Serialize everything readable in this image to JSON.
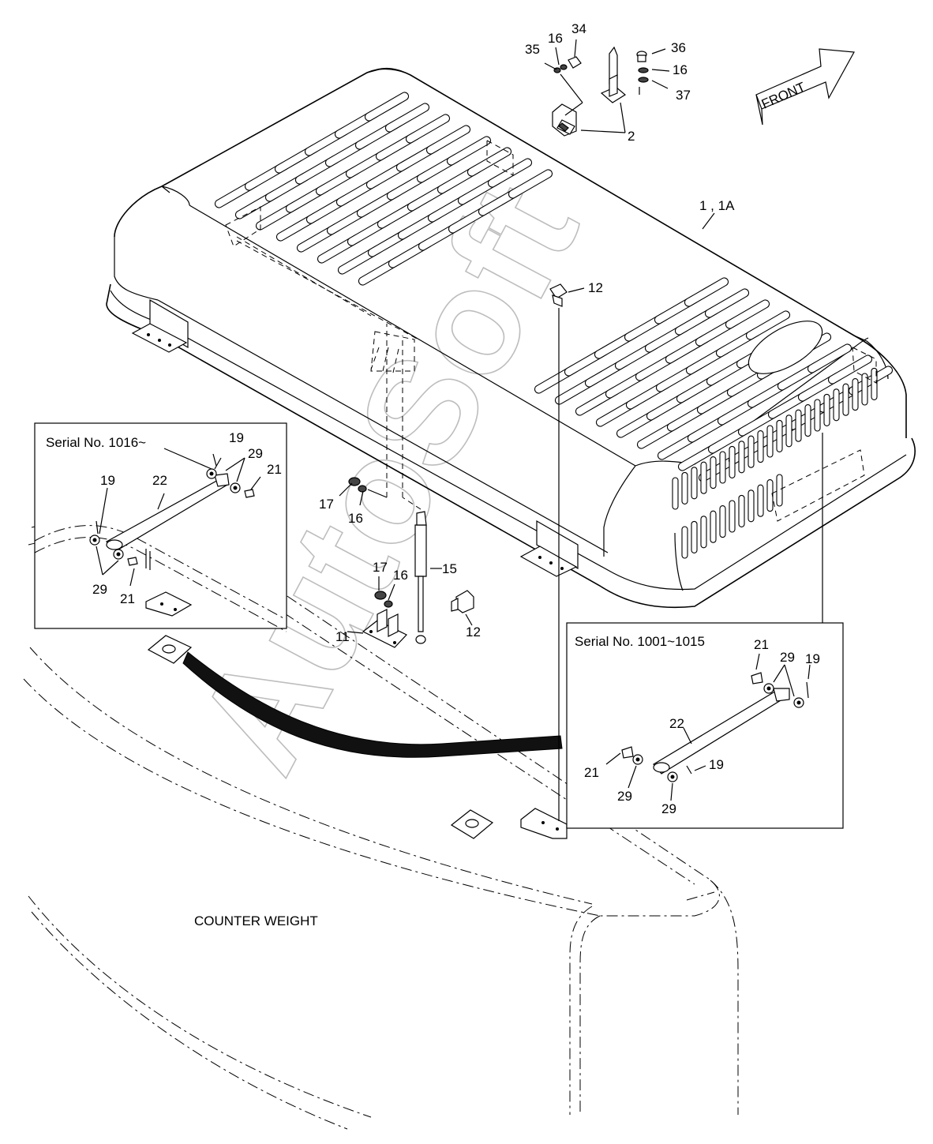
{
  "labels": {
    "front": "FRONT",
    "counter_weight": "COUNTER WEIGHT",
    "hood": "1 , 1A",
    "p2": "2",
    "p11": "11",
    "p12_top": "12",
    "p12_bot": "12",
    "p15": "15",
    "p16_top": "16",
    "p16_r": "16",
    "p16_mid": "16",
    "p16_low": "16",
    "p17_mid": "17",
    "p17_low": "17",
    "p34": "34",
    "p35": "35",
    "p36": "36",
    "p37": "37"
  },
  "box_left": {
    "title": "Serial No. 1016~",
    "p19a": "19",
    "p19b": "19",
    "p21a": "21",
    "p21b": "21",
    "p22": "22",
    "p29a": "29",
    "p29b": "29"
  },
  "box_right": {
    "title": "Serial No. 1001~1015",
    "p19a": "19",
    "p19b": "19",
    "p21a": "21",
    "p21b": "21",
    "p22": "22",
    "p29a": "29",
    "p29b": "29",
    "p29c": "29"
  },
  "watermark": "AutoSoft"
}
